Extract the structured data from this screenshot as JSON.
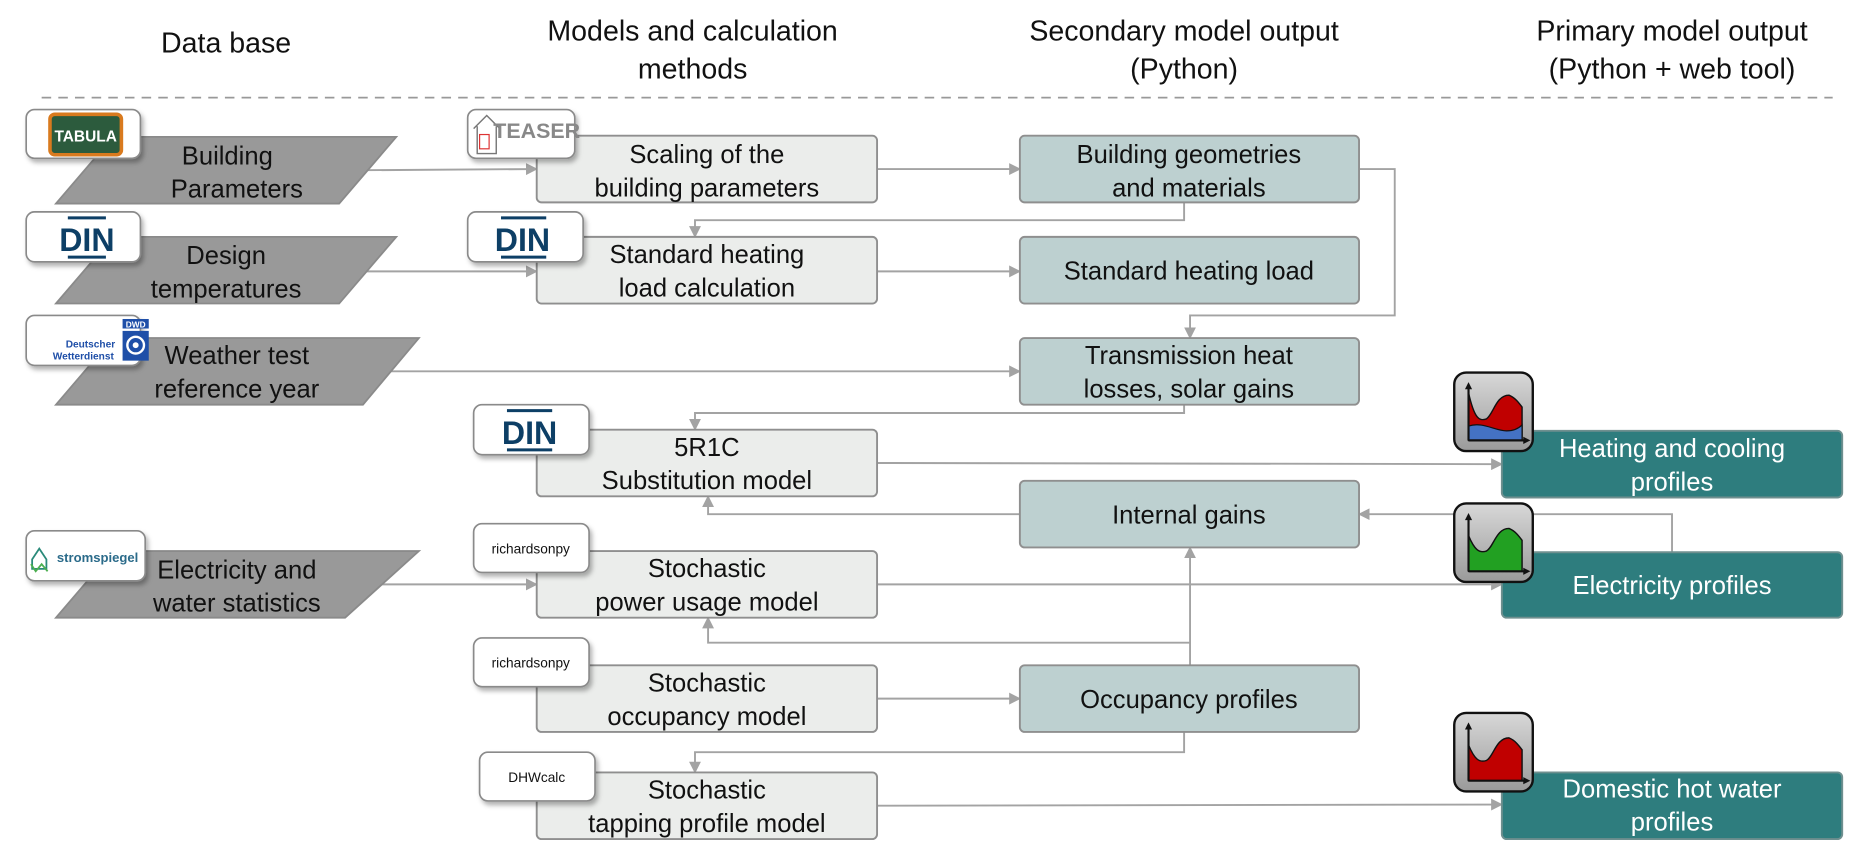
{
  "headers": {
    "data_base": "Data base",
    "models": [
      "Models and calculation",
      "methods"
    ],
    "secondary": [
      "Secondary model output",
      "(Python)"
    ],
    "primary": [
      "Primary model output",
      "(Python + web tool)"
    ]
  },
  "data_base": [
    {
      "label": [
        "Building",
        "Parameters"
      ],
      "logo": "TABULA"
    },
    {
      "label": [
        "Design",
        "temperatures"
      ],
      "logo": "DIN"
    },
    {
      "label": [
        "Weather test",
        "reference year"
      ],
      "logo": [
        "DWD",
        "Deutscher",
        "Wetterdienst"
      ]
    },
    {
      "label": [
        "Electricity and",
        "water statistics"
      ],
      "logo": "stromspiegel"
    }
  ],
  "models": [
    {
      "label": [
        "Scaling of the",
        "building parameters"
      ],
      "tag": "TEASER"
    },
    {
      "label": [
        "Standard heating",
        "load calculation"
      ],
      "tag": "DIN"
    },
    {
      "label": [
        "5R1C",
        "Substitution model"
      ],
      "tag": "DIN"
    },
    {
      "label": [
        "Stochastic",
        "power usage model"
      ],
      "tag": "richardsonpy"
    },
    {
      "label": [
        "Stochastic",
        "occupancy model"
      ],
      "tag": "richardsonpy"
    },
    {
      "label": [
        "Stochastic",
        "tapping profile model"
      ],
      "tag": "DHWcalc"
    }
  ],
  "secondary": [
    {
      "label": [
        "Building geometries",
        "and materials"
      ]
    },
    {
      "label": [
        "Standard heating load"
      ]
    },
    {
      "label": [
        "Transmission heat",
        "losses, solar gains"
      ]
    },
    {
      "label": [
        "Internal gains"
      ]
    },
    {
      "label": [
        "Occupancy profiles"
      ]
    }
  ],
  "primary": [
    {
      "label": [
        "Heating and cooling",
        "profiles"
      ],
      "icon": "heating-cooling-chart-icon"
    },
    {
      "label": [
        "Electricity profiles"
      ],
      "icon": "electricity-chart-icon"
    },
    {
      "label": [
        "Domestic hot water",
        "profiles"
      ],
      "icon": "hot-water-chart-icon"
    }
  ],
  "colors": {
    "primary_box": "#2e7d7e",
    "secondary_box": "#bdd0d0",
    "model_box": "#ebedeb",
    "data_parallelogram": "#999999"
  }
}
